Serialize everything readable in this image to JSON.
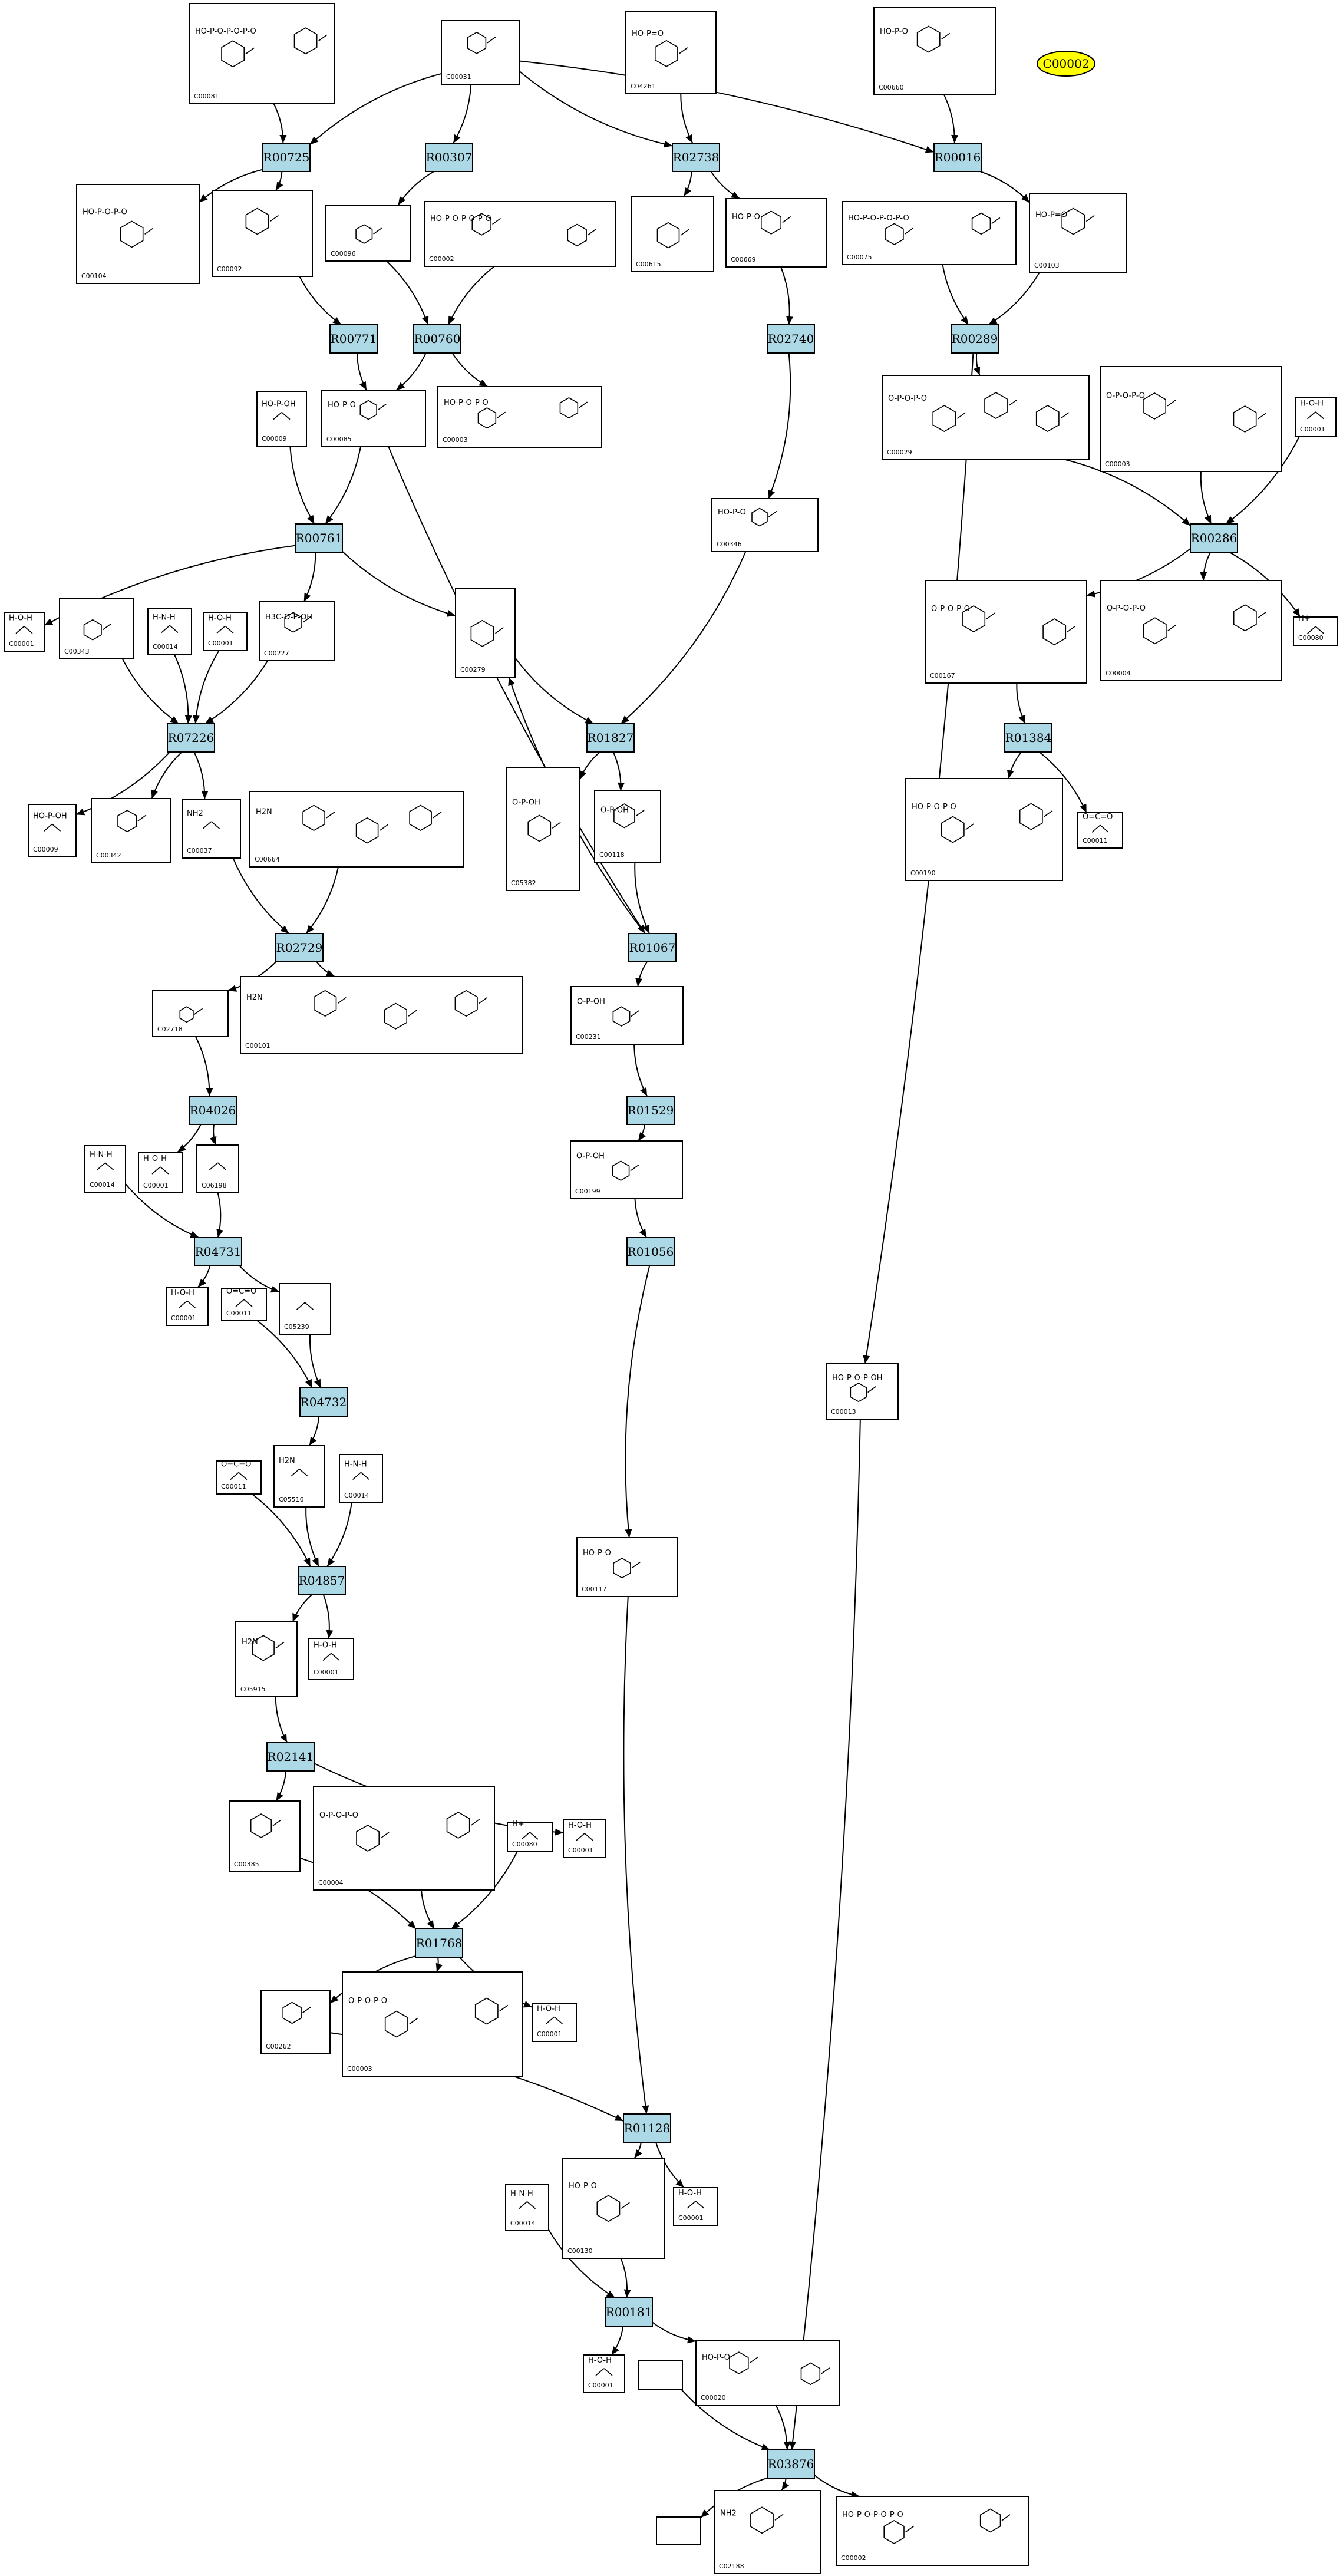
{
  "highlight": {
    "id": "C00002",
    "color": "#ffff00"
  },
  "colors": {
    "reaction_fill": "#add8e6",
    "compound_fill": "#ffffff",
    "edge": "#000000"
  },
  "reactions": [
    {
      "id": "R00725",
      "label": "R00725"
    },
    {
      "id": "R00307",
      "label": "R00307"
    },
    {
      "id": "R02738",
      "label": "R02738"
    },
    {
      "id": "R00016",
      "label": "R00016"
    },
    {
      "id": "R00771",
      "label": "R00771"
    },
    {
      "id": "R00760",
      "label": "R00760"
    },
    {
      "id": "R02740",
      "label": "R02740"
    },
    {
      "id": "R00289",
      "label": "R00289"
    },
    {
      "id": "R00761",
      "label": "R00761"
    },
    {
      "id": "R00286",
      "label": "R00286"
    },
    {
      "id": "R07226",
      "label": "R07226"
    },
    {
      "id": "R01827",
      "label": "R01827"
    },
    {
      "id": "R01384",
      "label": "R01384"
    },
    {
      "id": "R02729",
      "label": "R02729"
    },
    {
      "id": "R01067",
      "label": "R01067"
    },
    {
      "id": "R04026",
      "label": "R04026"
    },
    {
      "id": "R01529",
      "label": "R01529"
    },
    {
      "id": "R04731",
      "label": "R04731"
    },
    {
      "id": "R01056",
      "label": "R01056"
    },
    {
      "id": "R04732",
      "label": "R04732"
    },
    {
      "id": "R04857",
      "label": "R04857"
    },
    {
      "id": "R02141",
      "label": "R02141"
    },
    {
      "id": "R01768",
      "label": "R01768"
    },
    {
      "id": "R01128",
      "label": "R01128"
    },
    {
      "id": "R00181",
      "label": "R00181"
    },
    {
      "id": "R03876",
      "label": "R03876"
    }
  ],
  "compounds": [
    {
      "id": "C00081",
      "label": "C00081",
      "formula": "HO-P-O-P-O-P-O"
    },
    {
      "id": "C00031",
      "label": "C00031",
      "formula": ""
    },
    {
      "id": "C04261",
      "label": "C04261",
      "formula": "HO-P=O"
    },
    {
      "id": "C00660",
      "label": "C00660",
      "formula": "HO-P-O"
    },
    {
      "id": "C00104",
      "label": "C00104",
      "formula": "HO-P-O-P-O"
    },
    {
      "id": "C00092",
      "label": "C00092",
      "formula": ""
    },
    {
      "id": "C00096",
      "label": "C00096",
      "formula": ""
    },
    {
      "id": "C00002a",
      "label": "C00002",
      "formula": "HO-P-O-P-O-P-O"
    },
    {
      "id": "C00615",
      "label": "C00615",
      "formula": ""
    },
    {
      "id": "C00669",
      "label": "C00669",
      "formula": "HO-P-O"
    },
    {
      "id": "C00075",
      "label": "C00075",
      "formula": "HO-P-O-P-O-P-O"
    },
    {
      "id": "C00103",
      "label": "C00103",
      "formula": "HO-P=O"
    },
    {
      "id": "C00009a",
      "label": "C00009",
      "formula": "HO-P-OH"
    },
    {
      "id": "C00085",
      "label": "C00085",
      "formula": "HO-P-O"
    },
    {
      "id": "C00003a",
      "label": "C00003",
      "formula": "HO-P-O-P-O"
    },
    {
      "id": "C00346",
      "label": "C00346",
      "formula": "HO-P-O"
    },
    {
      "id": "C00029",
      "label": "C00029",
      "formula": "O-P-O-P-O"
    },
    {
      "id": "C00003b",
      "label": "C00003",
      "formula": "O-P-O-P-O"
    },
    {
      "id": "C00001a",
      "label": "C00001",
      "formula": "H-O-H"
    },
    {
      "id": "C00001b",
      "label": "C00001",
      "formula": "H-O-H"
    },
    {
      "id": "C00343",
      "label": "C00343",
      "formula": ""
    },
    {
      "id": "C00014a",
      "label": "C00014",
      "formula": "H-N-H"
    },
    {
      "id": "C00001c",
      "label": "C00001",
      "formula": "H-O-H"
    },
    {
      "id": "C00227",
      "label": "C00227",
      "formula": "H3C-O-P-OH"
    },
    {
      "id": "C00279",
      "label": "C00279",
      "formula": ""
    },
    {
      "id": "C00167",
      "label": "C00167",
      "formula": "O-P-O-P-O"
    },
    {
      "id": "C00004a",
      "label": "C00004",
      "formula": "O-P-O-P-O"
    },
    {
      "id": "C00080a",
      "label": "C00080",
      "formula": "H+"
    },
    {
      "id": "C00009b",
      "label": "C00009",
      "formula": "HO-P-OH"
    },
    {
      "id": "C00342",
      "label": "C00342",
      "formula": ""
    },
    {
      "id": "C00037",
      "label": "C00037",
      "formula": "NH2"
    },
    {
      "id": "C00664",
      "label": "C00664",
      "formula": "H2N"
    },
    {
      "id": "C05382",
      "label": "C05382",
      "formula": "O-P-OH"
    },
    {
      "id": "C00118",
      "label": "C00118",
      "formula": "O-P-OH"
    },
    {
      "id": "C00190",
      "label": "C00190",
      "formula": "HO-P-O-P-O"
    },
    {
      "id": "C00011a",
      "label": "C00011",
      "formula": "O=C=O"
    },
    {
      "id": "C02718",
      "label": "C02718",
      "formula": ""
    },
    {
      "id": "C00101",
      "label": "C00101",
      "formula": "H2N"
    },
    {
      "id": "C00231",
      "label": "C00231",
      "formula": "O-P-OH"
    },
    {
      "id": "C00014b",
      "label": "C00014",
      "formula": "H-N-H"
    },
    {
      "id": "C00001d",
      "label": "C00001",
      "formula": "H-O-H"
    },
    {
      "id": "C06198",
      "label": "C06198",
      "formula": ""
    },
    {
      "id": "C00199",
      "label": "C00199",
      "formula": "O-P-OH"
    },
    {
      "id": "C00001e",
      "label": "C00001",
      "formula": "H-O-H"
    },
    {
      "id": "C00011b",
      "label": "C00011",
      "formula": "O=C=O"
    },
    {
      "id": "C05239",
      "label": "C05239",
      "formula": ""
    },
    {
      "id": "C00013",
      "label": "C00013",
      "formula": "HO-P-O-P-OH"
    },
    {
      "id": "C00011c",
      "label": "C00011",
      "formula": "O=C=O"
    },
    {
      "id": "C05516",
      "label": "C05516",
      "formula": "H2N"
    },
    {
      "id": "C00014c",
      "label": "C00014",
      "formula": "H-N-H"
    },
    {
      "id": "C00117",
      "label": "C00117",
      "formula": "HO-P-O"
    },
    {
      "id": "C05915",
      "label": "C05915",
      "formula": "H2N"
    },
    {
      "id": "C00001f",
      "label": "C00001",
      "formula": "H-O-H"
    },
    {
      "id": "C00385",
      "label": "C00385",
      "formula": ""
    },
    {
      "id": "C00004b",
      "label": "C00004",
      "formula": "O-P-O-P-O"
    },
    {
      "id": "C00080b",
      "label": "C00080",
      "formula": "H+"
    },
    {
      "id": "C00001g",
      "label": "C00001",
      "formula": "H-O-H"
    },
    {
      "id": "C00262",
      "label": "C00262",
      "formula": ""
    },
    {
      "id": "C00003c",
      "label": "C00003",
      "formula": "O-P-O-P-O"
    },
    {
      "id": "C00001h",
      "label": "C00001",
      "formula": "H-O-H"
    },
    {
      "id": "C00130",
      "label": "C00130",
      "formula": "HO-P-O"
    },
    {
      "id": "C00001i",
      "label": "C00001",
      "formula": "H-O-H"
    },
    {
      "id": "C00014d",
      "label": "C00014",
      "formula": "H-N-H"
    },
    {
      "id": "C00001j",
      "label": "C00001",
      "formula": "H-O-H"
    },
    {
      "id": "BLANK1",
      "label": "",
      "formula": ""
    },
    {
      "id": "C00020",
      "label": "C00020",
      "formula": "HO-P-O"
    },
    {
      "id": "BLANK2",
      "label": "",
      "formula": ""
    },
    {
      "id": "C02188",
      "label": "C02188",
      "formula": "NH2"
    },
    {
      "id": "C00002b",
      "label": "C00002",
      "formula": "HO-P-O-P-O-P-O"
    }
  ]
}
